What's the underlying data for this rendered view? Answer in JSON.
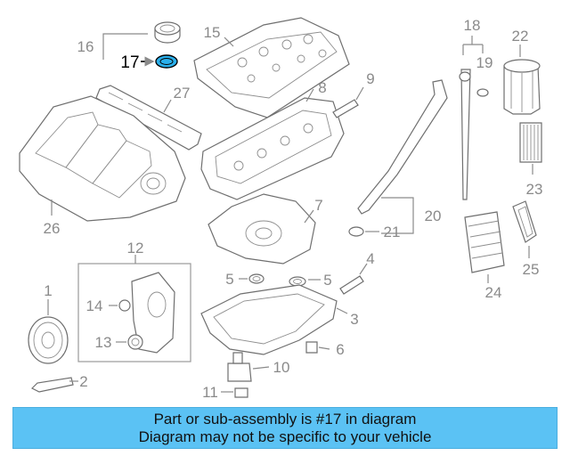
{
  "diagram": {
    "highlighted_part": "17",
    "highlight_color": "#2ab0ec",
    "callouts": [
      "1",
      "2",
      "3",
      "4",
      "5",
      "5",
      "6",
      "7",
      "8",
      "9",
      "10",
      "11",
      "12",
      "13",
      "14",
      "15",
      "16",
      "17",
      "18",
      "19",
      "20",
      "21",
      "22",
      "23",
      "24",
      "25",
      "26",
      "27"
    ]
  },
  "banner": {
    "line1": "Part or sub-assembly is #17 in diagram",
    "line2": "Diagram may not be specific to your vehicle",
    "background": "#5bc2f4"
  }
}
